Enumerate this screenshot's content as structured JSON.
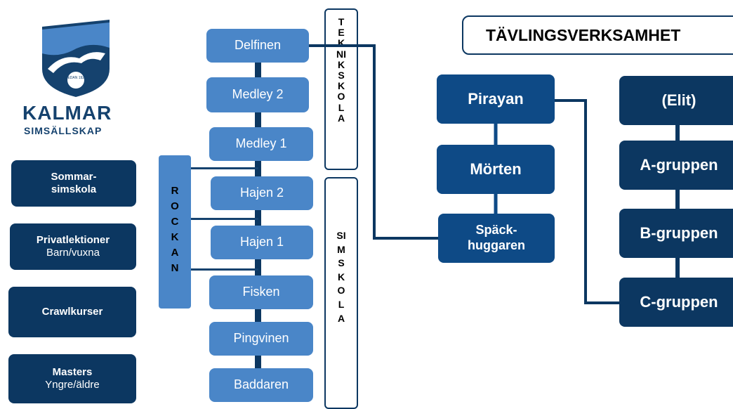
{
  "logo": {
    "name": "KALMAR",
    "sub": "SIMSÄLLSKAP",
    "sedan": "SEDAN 1920"
  },
  "title": "TÄVLINGSVERKSAMHET",
  "left_boxes": [
    {
      "line1": "Sommar-",
      "line2": "simskola"
    },
    {
      "line1": "Privatlektioner",
      "line2": "Barn/vuxna"
    },
    {
      "line1": "Crawlkurser",
      "line2": ""
    },
    {
      "line1": "Masters",
      "line2": "Yngre/äldre"
    }
  ],
  "rockan": "ROCKAN",
  "teknikskola": "TEKNIKSKOLA",
  "simskola": "SIMSKOLA",
  "ladder": [
    "Delfinen",
    "Medley 2",
    "Medley 1",
    "Hajen 2",
    "Hajen 1",
    "Fisken",
    "Pingvinen",
    "Baddaren"
  ],
  "middle": [
    {
      "line1": "Pirayan",
      "line2": ""
    },
    {
      "line1": "Mörten",
      "line2": ""
    },
    {
      "line1": "Späck-",
      "line2": "huggaren"
    }
  ],
  "right": [
    "(Elit)",
    "A-gruppen",
    "B-gruppen",
    "C-gruppen"
  ],
  "colors": {
    "light": "#4a86c8",
    "medium": "#0e4a86",
    "dark": "#0c3761"
  }
}
